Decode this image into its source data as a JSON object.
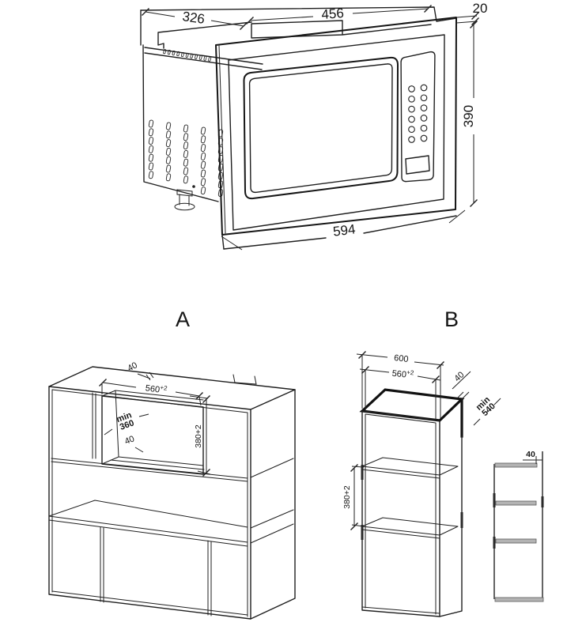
{
  "unit": {
    "dims": {
      "top_depth": "326",
      "top_width": "456",
      "overhang": "20",
      "height": "390",
      "width": "594"
    }
  },
  "sections": {
    "a": "A",
    "b": "B"
  },
  "cabinet_a": {
    "dims": {
      "top_setback": "40",
      "niche_width": "560",
      "niche_width_tol": "+2",
      "depth_min_label": "min",
      "depth_min_value": "360",
      "floor_setback": "40",
      "niche_height": "380+2"
    }
  },
  "cabinet_b": {
    "dims": {
      "overall_width": "600",
      "inner_width": "560",
      "inner_width_tol": "+2",
      "back_gap": "40",
      "depth_min_label": "min",
      "depth_min_value": "540",
      "compartment_height": "380+2"
    }
  },
  "side_view": {
    "dims": {
      "back_gap": "40"
    }
  }
}
